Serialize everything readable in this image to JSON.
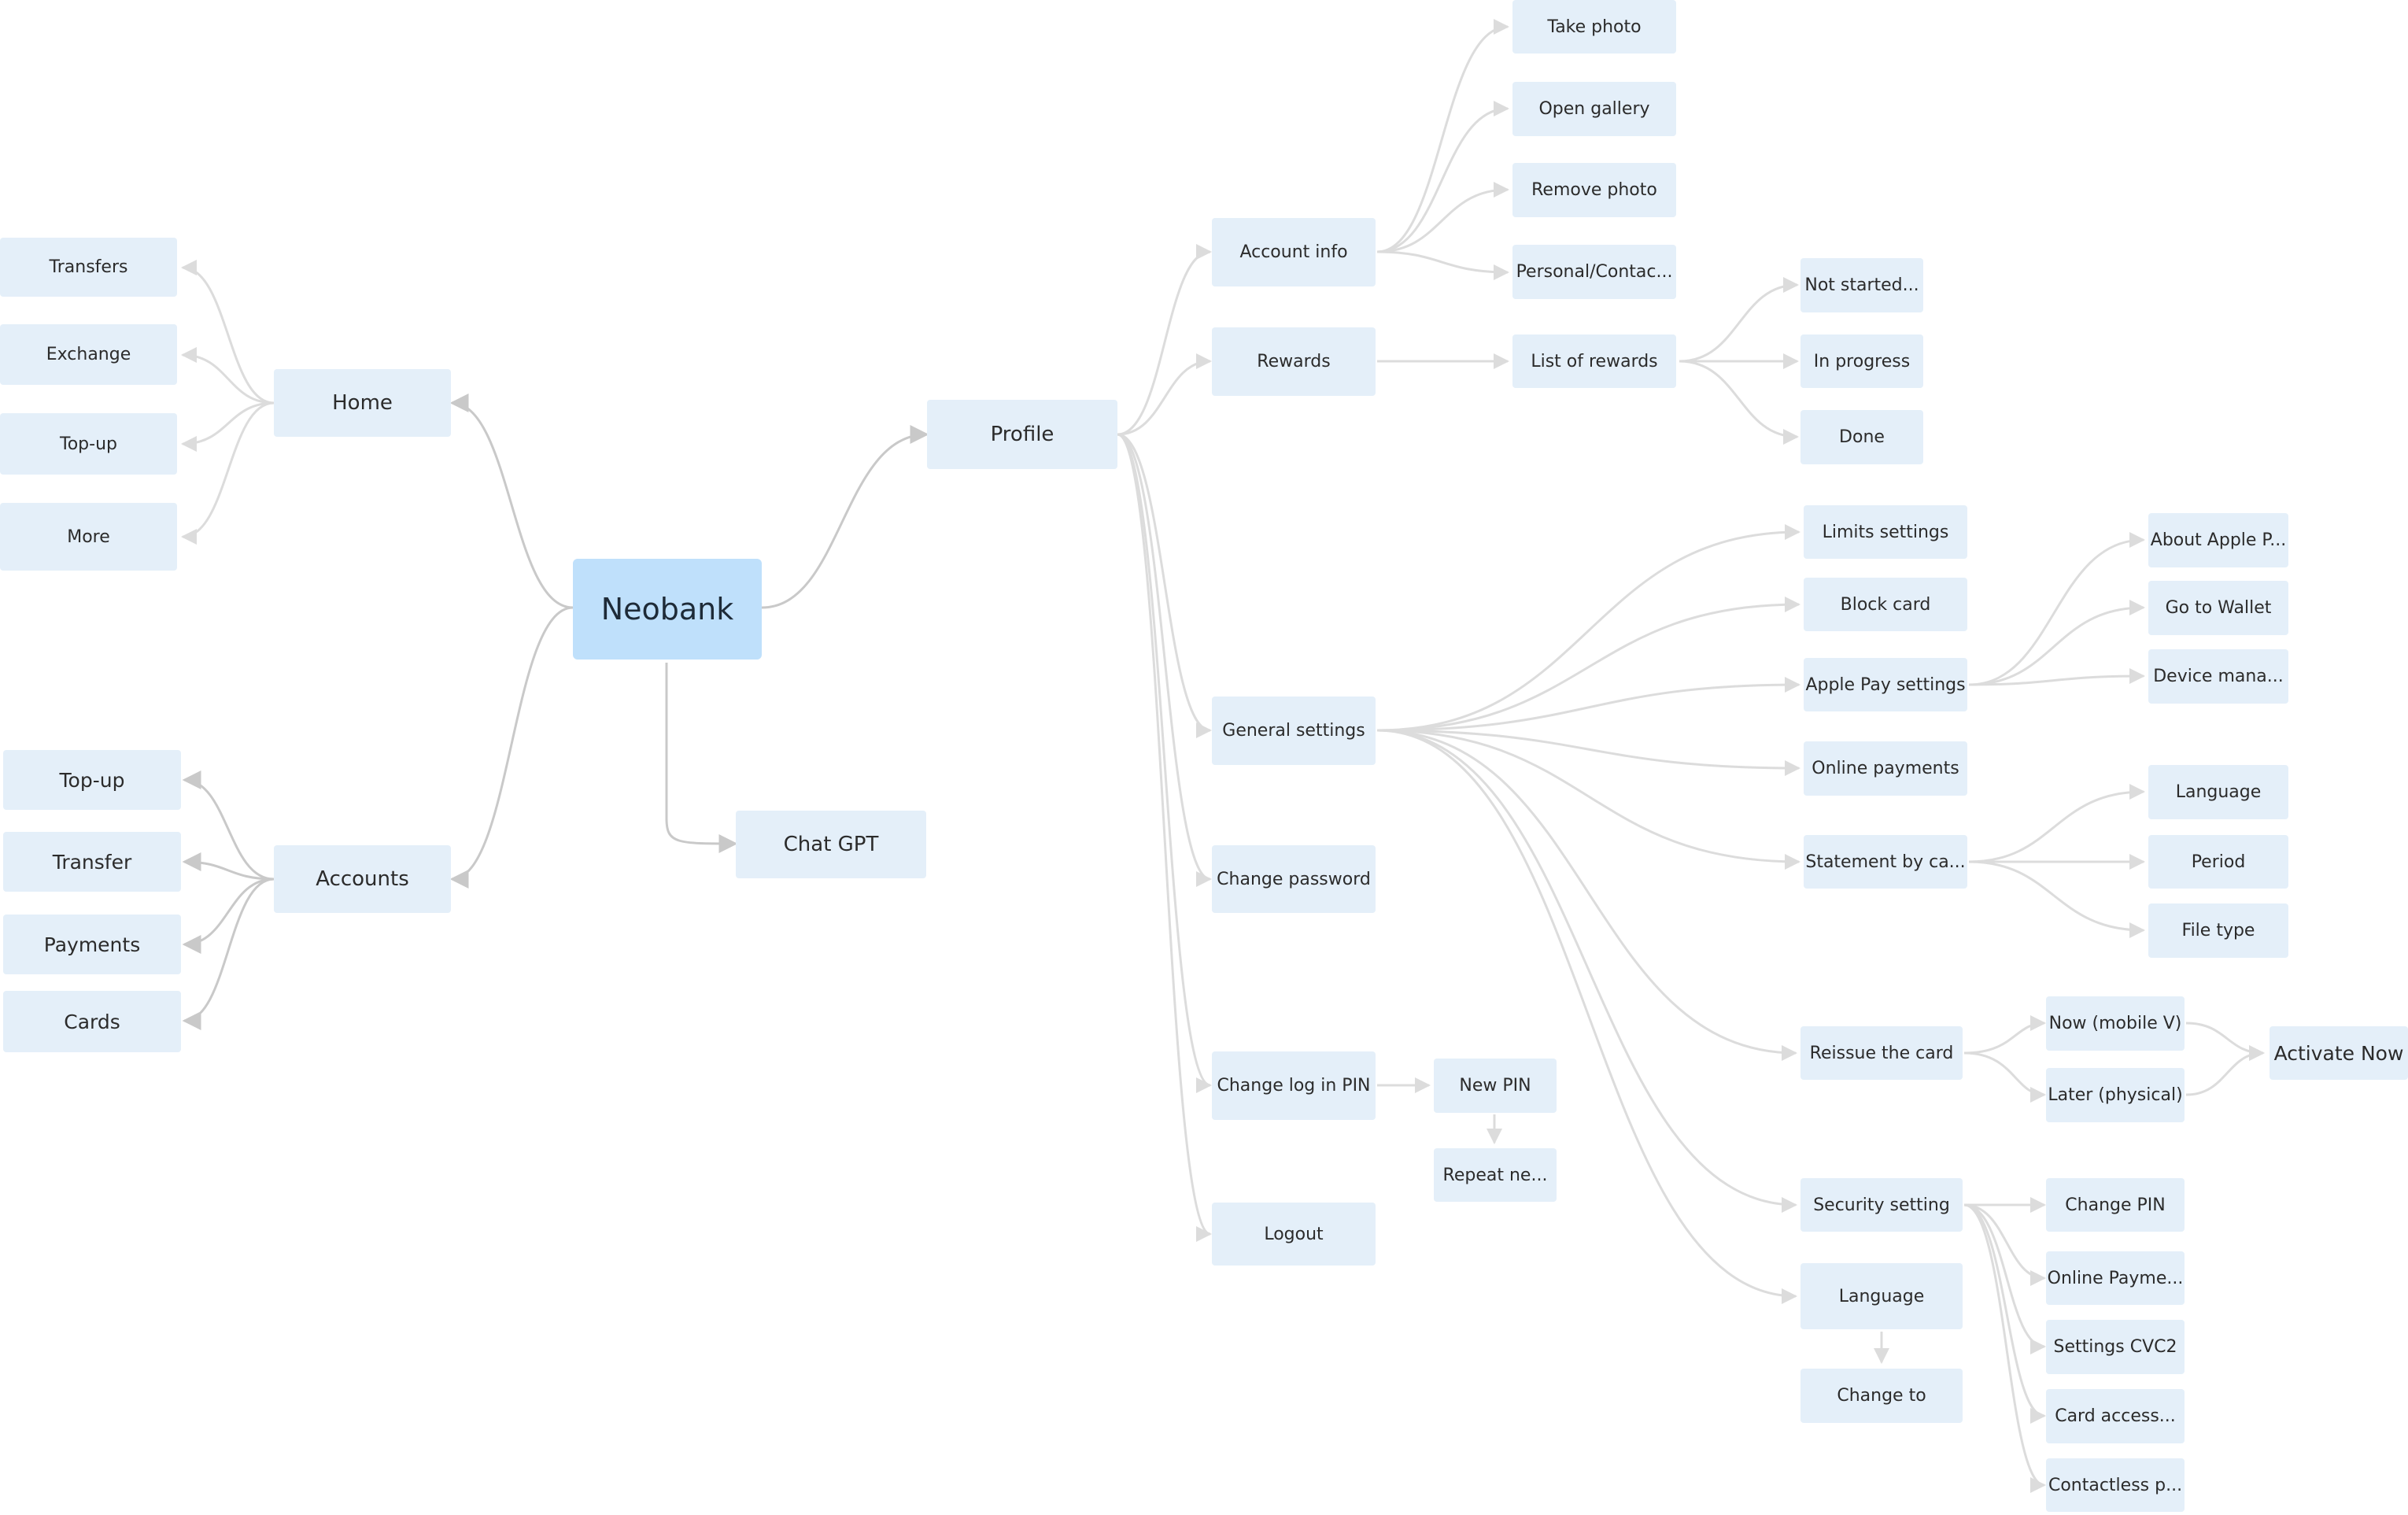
{
  "mindmap": {
    "root": "Neobank",
    "home": {
      "label": "Home",
      "children": [
        "Transfers",
        "Exchange",
        "Top-up",
        "More"
      ]
    },
    "accounts": {
      "label": "Accounts",
      "children": [
        "Top-up",
        "Transfer",
        "Payments",
        "Cards"
      ]
    },
    "chat": {
      "label": "Chat GPT"
    },
    "profile": {
      "label": "Profile",
      "account_info": {
        "label": "Account info",
        "children": [
          "Take photo",
          "Open gallery",
          "Remove photo",
          "Personal/Contac..."
        ]
      },
      "rewards": {
        "label": "Rewards",
        "list": "List of rewards",
        "statuses": [
          "Not started...",
          "In progress",
          "Done"
        ]
      },
      "general_settings": {
        "label": "General settings",
        "limits": "Limits settings",
        "block_card": "Block card",
        "apple_pay": {
          "label": "Apple Pay settings",
          "children": [
            "About Apple P...",
            "Go to Wallet",
            "Device mana..."
          ]
        },
        "online_payments": "Online payments",
        "statement": {
          "label": "Statement by ca...",
          "children": [
            "Language",
            "Period",
            "File type"
          ]
        },
        "reissue": {
          "label": "Reissue the card",
          "children": [
            "Now (mobile V)",
            "Later (physical)"
          ],
          "activate": "Activate Now"
        },
        "security": {
          "label": "Security setting",
          "children": [
            "Change PIN",
            "Online Payme...",
            "Settings CVC2",
            "Card access...",
            "Contactless p..."
          ]
        },
        "language": {
          "label": "Language",
          "next": "Change to"
        }
      },
      "change_password": "Change password",
      "change_pin": {
        "label": "Change log in PIN",
        "new_pin": "New PIN",
        "repeat": "Repeat ne..."
      },
      "logout": "Logout"
    }
  },
  "colors": {
    "node_fill": "#e4eff9",
    "root_fill": "#bfe0fb",
    "main_connector": "#c9c9c9",
    "sub_connector": "#dcdcdc",
    "text": "#2b2b2b"
  }
}
